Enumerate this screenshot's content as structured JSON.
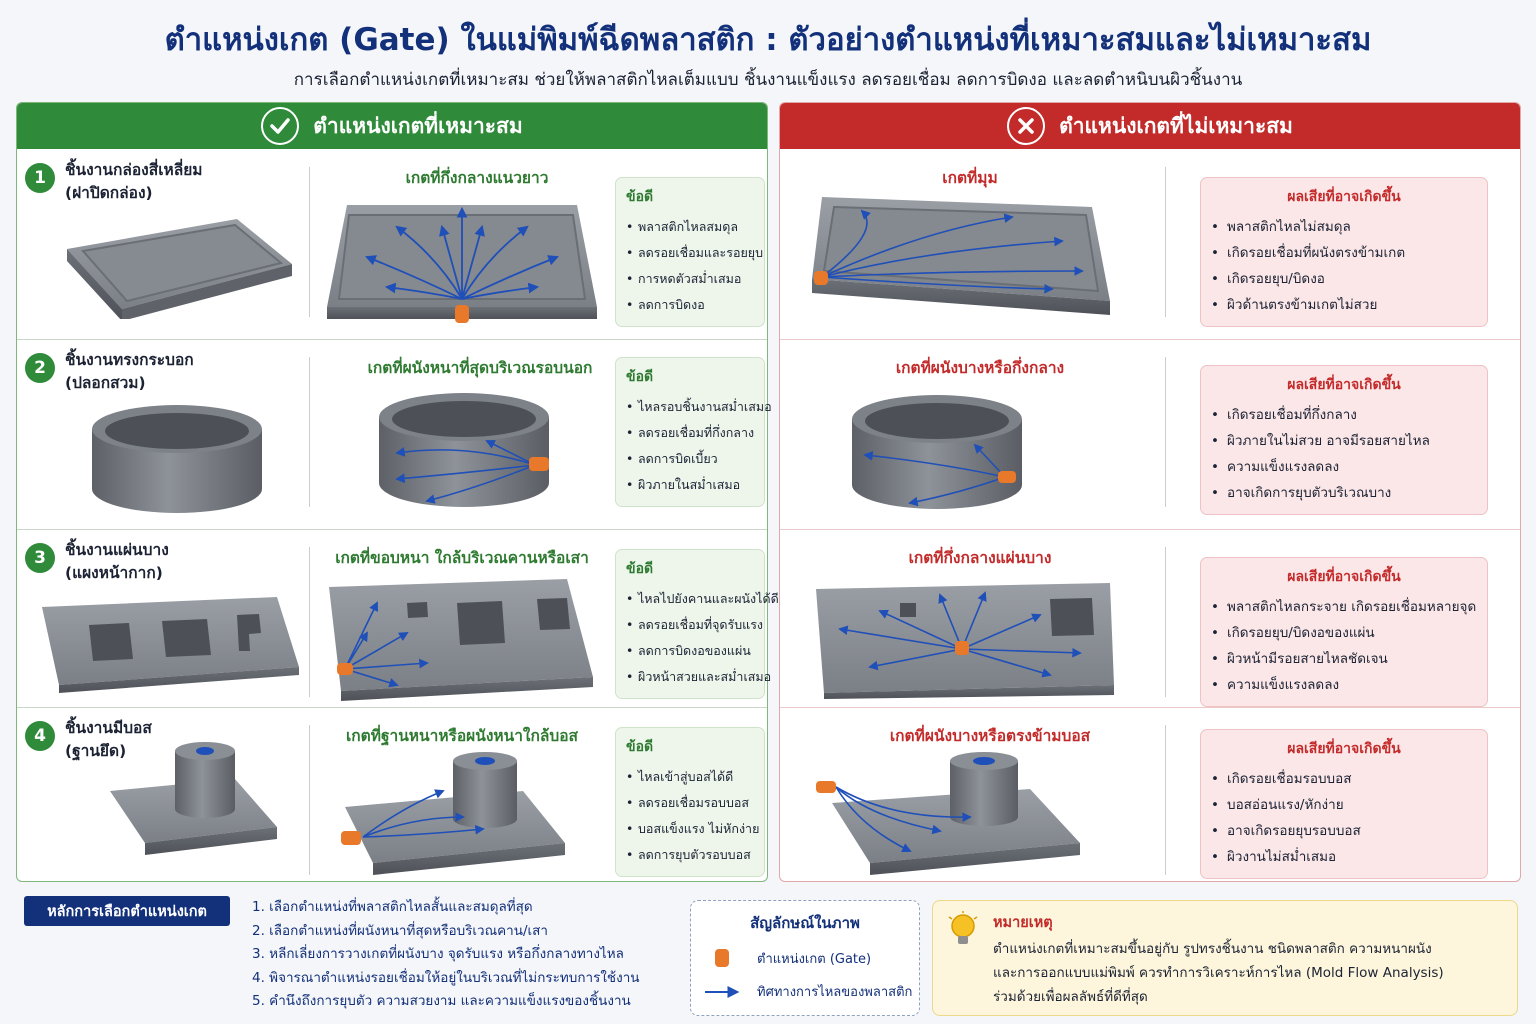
{
  "header": {
    "title": "ตำแหน่งเกต (Gate) ในแม่พิมพ์ฉีดพลาสติก : ตัวอย่างตำแหน่งที่เหมาะสมและไม่เหมาะสม",
    "subtitle": "การเลือกตำแหน่งเกตที่เหมาะสม ช่วยให้พลาสติกไหลเต็มแบบ ชิ้นงานแข็งแรง ลดรอยเชื่อม ลดการบิดงอ และลดตำหนิบนผิวชิ้นงาน"
  },
  "good": {
    "heading": "ตำแหน่งเกตที่เหมาะสม",
    "advantage_title": "ข้อดี",
    "rows": [
      {
        "num": "1",
        "name1": "ชิ้นงานกล่องสี่เหลี่ยม",
        "name2": "(ฝาปิดกล่อง)",
        "gate": "เกตที่กึ่งกลางแนวยาว",
        "items": [
          "พลาสติกไหลสมดุล",
          "ลดรอยเชื่อมและรอยยุบ",
          "การหดตัวสม่ำเสมอ",
          "ลดการบิดงอ"
        ]
      },
      {
        "num": "2",
        "name1": "ชิ้นงานทรงกระบอก",
        "name2": "(ปลอกสวม)",
        "gate": "เกตที่ผนังหนาที่สุดบริเวณรอบนอก",
        "items": [
          "ไหลรอบชิ้นงานสม่ำเสมอ",
          "ลดรอยเชื่อมที่กึ่งกลาง",
          "ลดการบิดเบี้ยว",
          "ผิวภายในสม่ำเสมอ"
        ]
      },
      {
        "num": "3",
        "name1": "ชิ้นงานแผ่นบาง",
        "name2": "(แผงหน้ากาก)",
        "gate": "เกตที่ขอบหนา ใกล้บริเวณคานหรือเสา",
        "items": [
          "ไหลไปยังคานและผนังได้ดี",
          "ลดรอยเชื่อมที่จุดรับแรง",
          "ลดการบิดงอของแผ่น",
          "ผิวหน้าสวยและสม่ำเสมอ"
        ]
      },
      {
        "num": "4",
        "name1": "ชิ้นงานมีบอส",
        "name2": "(ฐานยึด)",
        "gate": "เกตที่ฐานหนาหรือผนังหนาใกล้บอส",
        "items": [
          "ไหลเข้าสู่บอสได้ดี",
          "ลดรอยเชื่อมรอบบอส",
          "บอสแข็งแรง ไม่หักง่าย",
          "ลดการยุบตัวรอบบอส"
        ]
      }
    ]
  },
  "bad": {
    "heading": "ตำแหน่งเกตที่ไม่เหมาะสม",
    "effects_title": "ผลเสียที่อาจเกิดขึ้น",
    "rows": [
      {
        "gate": "เกตที่มุม",
        "items": [
          "พลาสติกไหลไม่สมดุล",
          "เกิดรอยเชื่อมที่ผนังตรงข้ามเกต",
          "เกิดรอยยุบ/บิดงอ",
          "ผิวด้านตรงข้ามเกตไม่สวย"
        ]
      },
      {
        "gate": "เกตที่ผนังบางหรือกึ่งกลาง",
        "items": [
          "เกิดรอยเชื่อมที่กึ่งกลาง",
          "ผิวภายในไม่สวย อาจมีรอยสายไหล",
          "ความแข็งแรงลดลง",
          "อาจเกิดการยุบตัวบริเวณบาง"
        ]
      },
      {
        "gate": "เกตที่กึ่งกลางแผ่นบาง",
        "items": [
          "พลาสติกไหลกระจาย เกิดรอยเชื่อมหลายจุด",
          "เกิดรอยยุบ/บิดงอของแผ่น",
          "ผิวหน้ามีรอยสายไหลชัดเจน",
          "ความแข็งแรงลดลง"
        ]
      },
      {
        "gate": "เกตที่ผนังบางหรือตรงข้ามบอส",
        "items": [
          "เกิดรอยเชื่อมรอบบอส",
          "บอสอ่อนแรง/หักง่าย",
          "อาจเกิดรอยยุบรอบบอส",
          "ผิวงานไม่สม่ำเสมอ"
        ]
      }
    ]
  },
  "principles": {
    "tag": "หลักการเลือกตำแหน่งเกต",
    "items": [
      "1.  เลือกตำแหน่งที่พลาสติกไหลสั้นและสมดุลที่สุด",
      "2.  เลือกตำแหน่งที่ผนังหนาที่สุดหรือบริเวณคาน/เสา",
      "3.  หลีกเลี่ยงการวางเกตที่ผนังบาง จุดรับแรง หรือกึ่งกลางทางไหล",
      "4.  พิจารณาตำแหน่งรอยเชื่อมให้อยู่ในบริเวณที่ไม่กระทบการใช้งาน",
      "5.  คำนึงถึงการยุบตัว ความสวยงาม และความแข็งแรงของชิ้นงาน"
    ]
  },
  "legend": {
    "title": "สัญลักษณ์ในภาพ",
    "gate": "ตำแหน่งเกต (Gate)",
    "flow": "ทิศทางการไหลของพลาสติก"
  },
  "note": {
    "title": "หมายเหตุ",
    "lines": [
      "ตำแหน่งเกตที่เหมาะสมขึ้นอยู่กับ รูปทรงชิ้นงาน ชนิดพลาสติก ความหนาผนัง",
      "และการออกแบบแม่พิมพ์ ควรทำการวิเคราะห์การไหล (Mold Flow Analysis)",
      "ร่วมด้วยเพื่อผลลัพธ์ที่ดีที่สุด"
    ]
  },
  "colors": {
    "good": "#2f8a3a",
    "bad": "#c32b2b",
    "navy": "#13307a",
    "gate": "#e8782a",
    "flow": "#1f4fb8",
    "part": "#7b7f86"
  }
}
